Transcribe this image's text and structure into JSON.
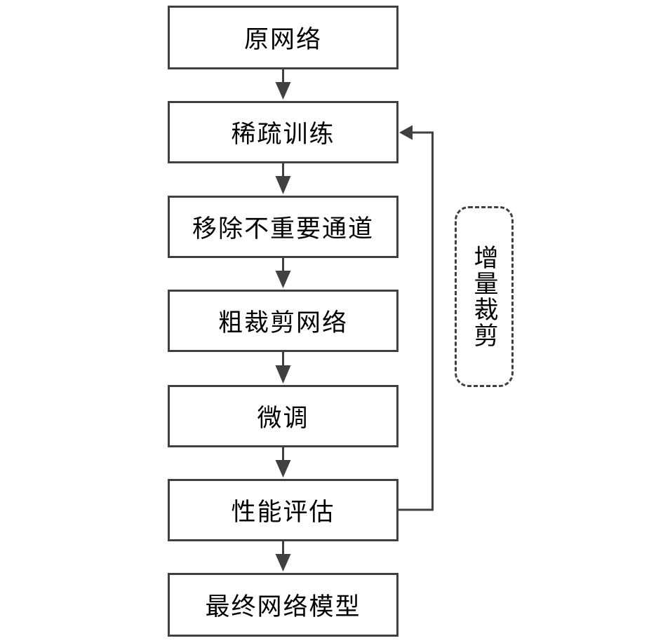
{
  "diagram": {
    "type": "flowchart",
    "steps": [
      {
        "label": "原网络"
      },
      {
        "label": "稀疏训练"
      },
      {
        "label": "移除不重要通道"
      },
      {
        "label": "粗裁剪网络"
      },
      {
        "label": "微调"
      },
      {
        "label": "性能评估"
      },
      {
        "label": "最终网络模型"
      }
    ],
    "loop_label": "增量裁剪",
    "colors": {
      "line": "#404040",
      "text": "#000000",
      "background": "#ffffff"
    }
  }
}
